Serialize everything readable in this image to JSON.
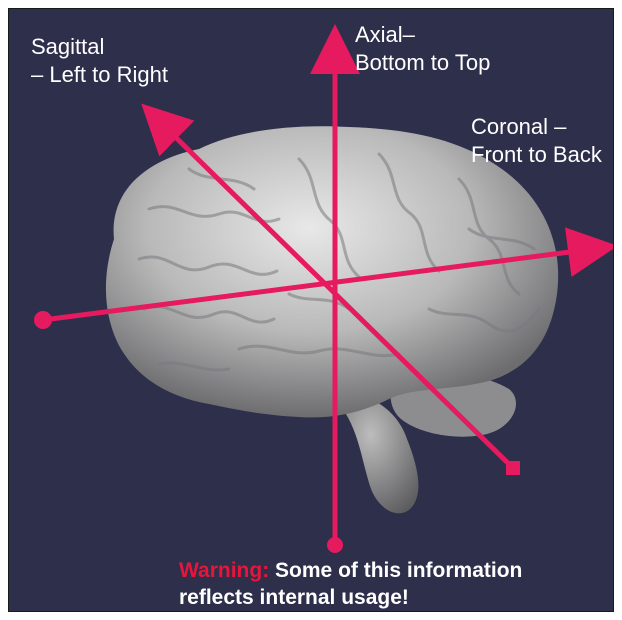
{
  "labels": {
    "sagittal": {
      "line1": "Sagittal",
      "line2": "– Left to Right"
    },
    "axial": {
      "line1": "Axial–",
      "line2": "Bottom to Top"
    },
    "coronal": {
      "line1": "Coronal –",
      "line2": "Front to Back"
    }
  },
  "warning": {
    "prefix": "Warning:",
    "line1": " Some of this information",
    "line2": "reflects internal usage!"
  },
  "colors": {
    "background": "#2d2f4b",
    "axis": "#e61a5e",
    "warning_prefix": "#e8153b",
    "text": "#ffffff",
    "brain": "#c9c9c9"
  }
}
